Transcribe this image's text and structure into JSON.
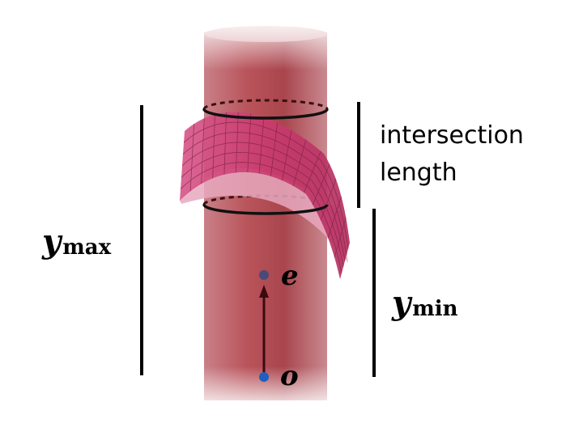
{
  "labels": {
    "y_max": {
      "main": "y",
      "sub": "max"
    },
    "y_min": {
      "main": "y",
      "sub": "min"
    },
    "intersection_line1": "intersection",
    "intersection_line2": "length",
    "point_e": "e",
    "point_o": "o"
  },
  "colors": {
    "cylinder": "#b5454b",
    "surface_fill": "#d04a7e",
    "surface_grid": "#7a1d43",
    "ring": "#111111",
    "vector": "#3b0a0f",
    "point_e": "#4a4a7a",
    "point_o": "#1f5fbf"
  }
}
